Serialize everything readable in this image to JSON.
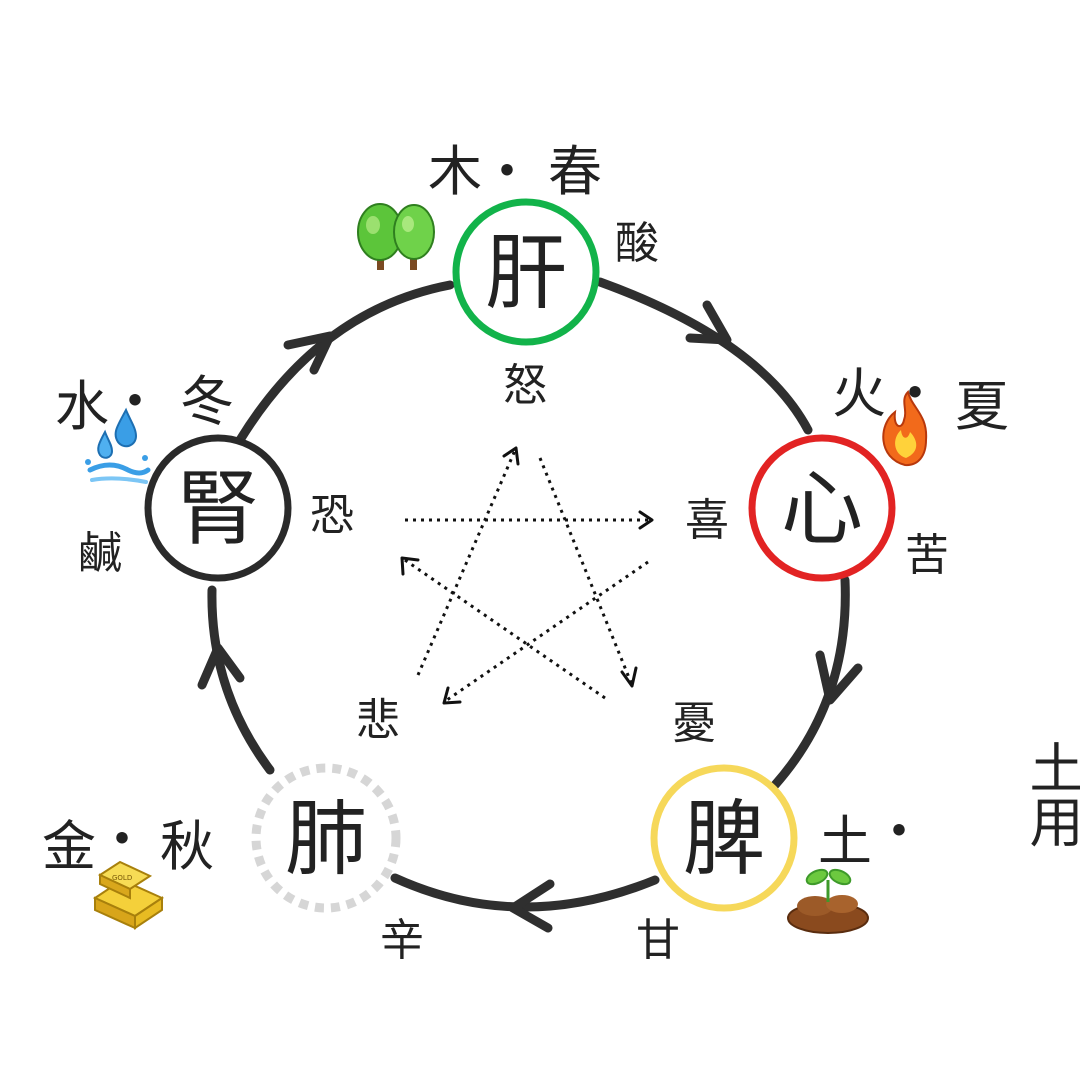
{
  "colors": {
    "wood": "#12b34a",
    "fire": "#e22323",
    "earth": "#f6d85a",
    "metal": "#d6d6d6",
    "water": "#2a2a2a",
    "line": "#2f2f2f"
  },
  "organs": {
    "liver": "肝",
    "heart": "心",
    "spleen": "脾",
    "lung": "肺",
    "kidney": "腎"
  },
  "elements": {
    "wood": {
      "element": "木",
      "season": "春",
      "taste": "酸",
      "emotion": "怒",
      "icon": "tree-icon"
    },
    "fire": {
      "element": "火",
      "season": "夏",
      "taste": "苦",
      "emotion": "喜",
      "icon": "flame-icon"
    },
    "earth": {
      "element": "土",
      "season": "土用",
      "taste": "甘",
      "emotion": "憂",
      "icon": "sprout-icon"
    },
    "metal": {
      "element": "金",
      "season": "秋",
      "taste": "辛",
      "emotion": "悲",
      "icon": "gold-bar-icon"
    },
    "water": {
      "element": "水",
      "season": "冬",
      "taste": "鹹",
      "emotion": "恐",
      "icon": "water-drop-icon"
    }
  },
  "separator": "・",
  "gold_bar_text": "GOLD"
}
